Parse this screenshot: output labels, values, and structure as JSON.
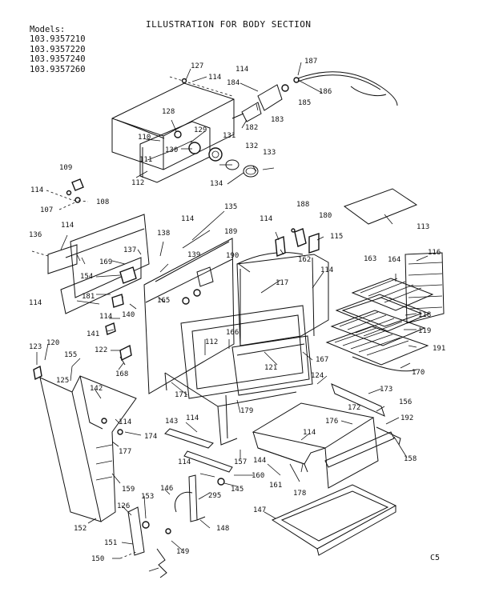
{
  "title": "ILLUSTRATION FOR BODY SECTION",
  "models": {
    "label": "Models:",
    "numbers": [
      "103.9357210",
      "103.9357220",
      "103.9357240",
      "103.9357260"
    ]
  },
  "corner_code": "C5",
  "callouts": [
    {
      "id": "c127",
      "text": "127"
    },
    {
      "id": "c114a",
      "text": "114"
    },
    {
      "id": "c114b",
      "text": "114"
    },
    {
      "id": "c187",
      "text": "187"
    },
    {
      "id": "c184",
      "text": "184"
    },
    {
      "id": "c185",
      "text": "185"
    },
    {
      "id": "c186",
      "text": "186"
    },
    {
      "id": "c183",
      "text": "183"
    },
    {
      "id": "c128",
      "text": "128"
    },
    {
      "id": "c110",
      "text": "110"
    },
    {
      "id": "c129",
      "text": "129"
    },
    {
      "id": "c182",
      "text": "182"
    },
    {
      "id": "c130",
      "text": "130"
    },
    {
      "id": "c131",
      "text": "131"
    },
    {
      "id": "c132",
      "text": "132"
    },
    {
      "id": "c133",
      "text": "133"
    },
    {
      "id": "c111",
      "text": "111"
    },
    {
      "id": "c112a",
      "text": "112"
    },
    {
      "id": "c134",
      "text": "134"
    },
    {
      "id": "c109",
      "text": "109"
    },
    {
      "id": "c114c",
      "text": "114"
    },
    {
      "id": "c108",
      "text": "108"
    },
    {
      "id": "c107",
      "text": "107"
    },
    {
      "id": "c135",
      "text": "135"
    },
    {
      "id": "c114d",
      "text": "114"
    },
    {
      "id": "c114e",
      "text": "114"
    },
    {
      "id": "c188",
      "text": "188"
    },
    {
      "id": "c180",
      "text": "180"
    },
    {
      "id": "c113",
      "text": "113"
    },
    {
      "id": "c114f",
      "text": "114"
    },
    {
      "id": "c136",
      "text": "136"
    },
    {
      "id": "c138",
      "text": "138"
    },
    {
      "id": "c189",
      "text": "189"
    },
    {
      "id": "c115",
      "text": "115"
    },
    {
      "id": "c137",
      "text": "137"
    },
    {
      "id": "c139",
      "text": "139"
    },
    {
      "id": "c190",
      "text": "190"
    },
    {
      "id": "c162",
      "text": "162"
    },
    {
      "id": "c163",
      "text": "163"
    },
    {
      "id": "c164",
      "text": "164"
    },
    {
      "id": "c116a",
      "text": "116"
    },
    {
      "id": "c169",
      "text": "169"
    },
    {
      "id": "c114g",
      "text": "114"
    },
    {
      "id": "c154",
      "text": "154"
    },
    {
      "id": "c117",
      "text": "117"
    },
    {
      "id": "c114h",
      "text": "114"
    },
    {
      "id": "c181",
      "text": "181"
    },
    {
      "id": "c165",
      "text": "165"
    },
    {
      "id": "c118",
      "text": "118"
    },
    {
      "id": "c114i",
      "text": "114"
    },
    {
      "id": "c140",
      "text": "140"
    },
    {
      "id": "c166",
      "text": "166"
    },
    {
      "id": "c119",
      "text": "119"
    },
    {
      "id": "c141",
      "text": "141"
    },
    {
      "id": "c112b",
      "text": "112"
    },
    {
      "id": "c167",
      "text": "167"
    },
    {
      "id": "c191",
      "text": "191"
    },
    {
      "id": "c123",
      "text": "123"
    },
    {
      "id": "c120",
      "text": "120"
    },
    {
      "id": "c122",
      "text": "122"
    },
    {
      "id": "c155",
      "text": "155"
    },
    {
      "id": "c121",
      "text": "121"
    },
    {
      "id": "c168",
      "text": "168"
    },
    {
      "id": "c170",
      "text": "170"
    },
    {
      "id": "c124",
      "text": "124"
    },
    {
      "id": "c125",
      "text": "125"
    },
    {
      "id": "c142",
      "text": "142"
    },
    {
      "id": "c171",
      "text": "171"
    },
    {
      "id": "c173",
      "text": "173"
    },
    {
      "id": "c172",
      "text": "172"
    },
    {
      "id": "c156",
      "text": "156"
    },
    {
      "id": "c179",
      "text": "179"
    },
    {
      "id": "c114j",
      "text": "114"
    },
    {
      "id": "c143",
      "text": "143"
    },
    {
      "id": "c114k",
      "text": "114"
    },
    {
      "id": "c176",
      "text": "176"
    },
    {
      "id": "c192",
      "text": "192"
    },
    {
      "id": "c174",
      "text": "174"
    },
    {
      "id": "c114l",
      "text": "114"
    },
    {
      "id": "c177",
      "text": "177"
    },
    {
      "id": "c158",
      "text": "158"
    },
    {
      "id": "c157",
      "text": "157"
    },
    {
      "id": "c144",
      "text": "144"
    },
    {
      "id": "c114m",
      "text": "114"
    },
    {
      "id": "c160",
      "text": "160"
    },
    {
      "id": "c161",
      "text": "161"
    },
    {
      "id": "c178",
      "text": "178"
    },
    {
      "id": "c159",
      "text": "159"
    },
    {
      "id": "c145",
      "text": "145"
    },
    {
      "id": "c146",
      "text": "146"
    },
    {
      "id": "c153",
      "text": "153"
    },
    {
      "id": "c295",
      "text": "295"
    },
    {
      "id": "c147",
      "text": "147"
    },
    {
      "id": "c126",
      "text": "126"
    },
    {
      "id": "c152",
      "text": "152"
    },
    {
      "id": "c148",
      "text": "148"
    },
    {
      "id": "c151",
      "text": "151"
    },
    {
      "id": "c149",
      "text": "149"
    },
    {
      "id": "c150",
      "text": "150"
    }
  ]
}
